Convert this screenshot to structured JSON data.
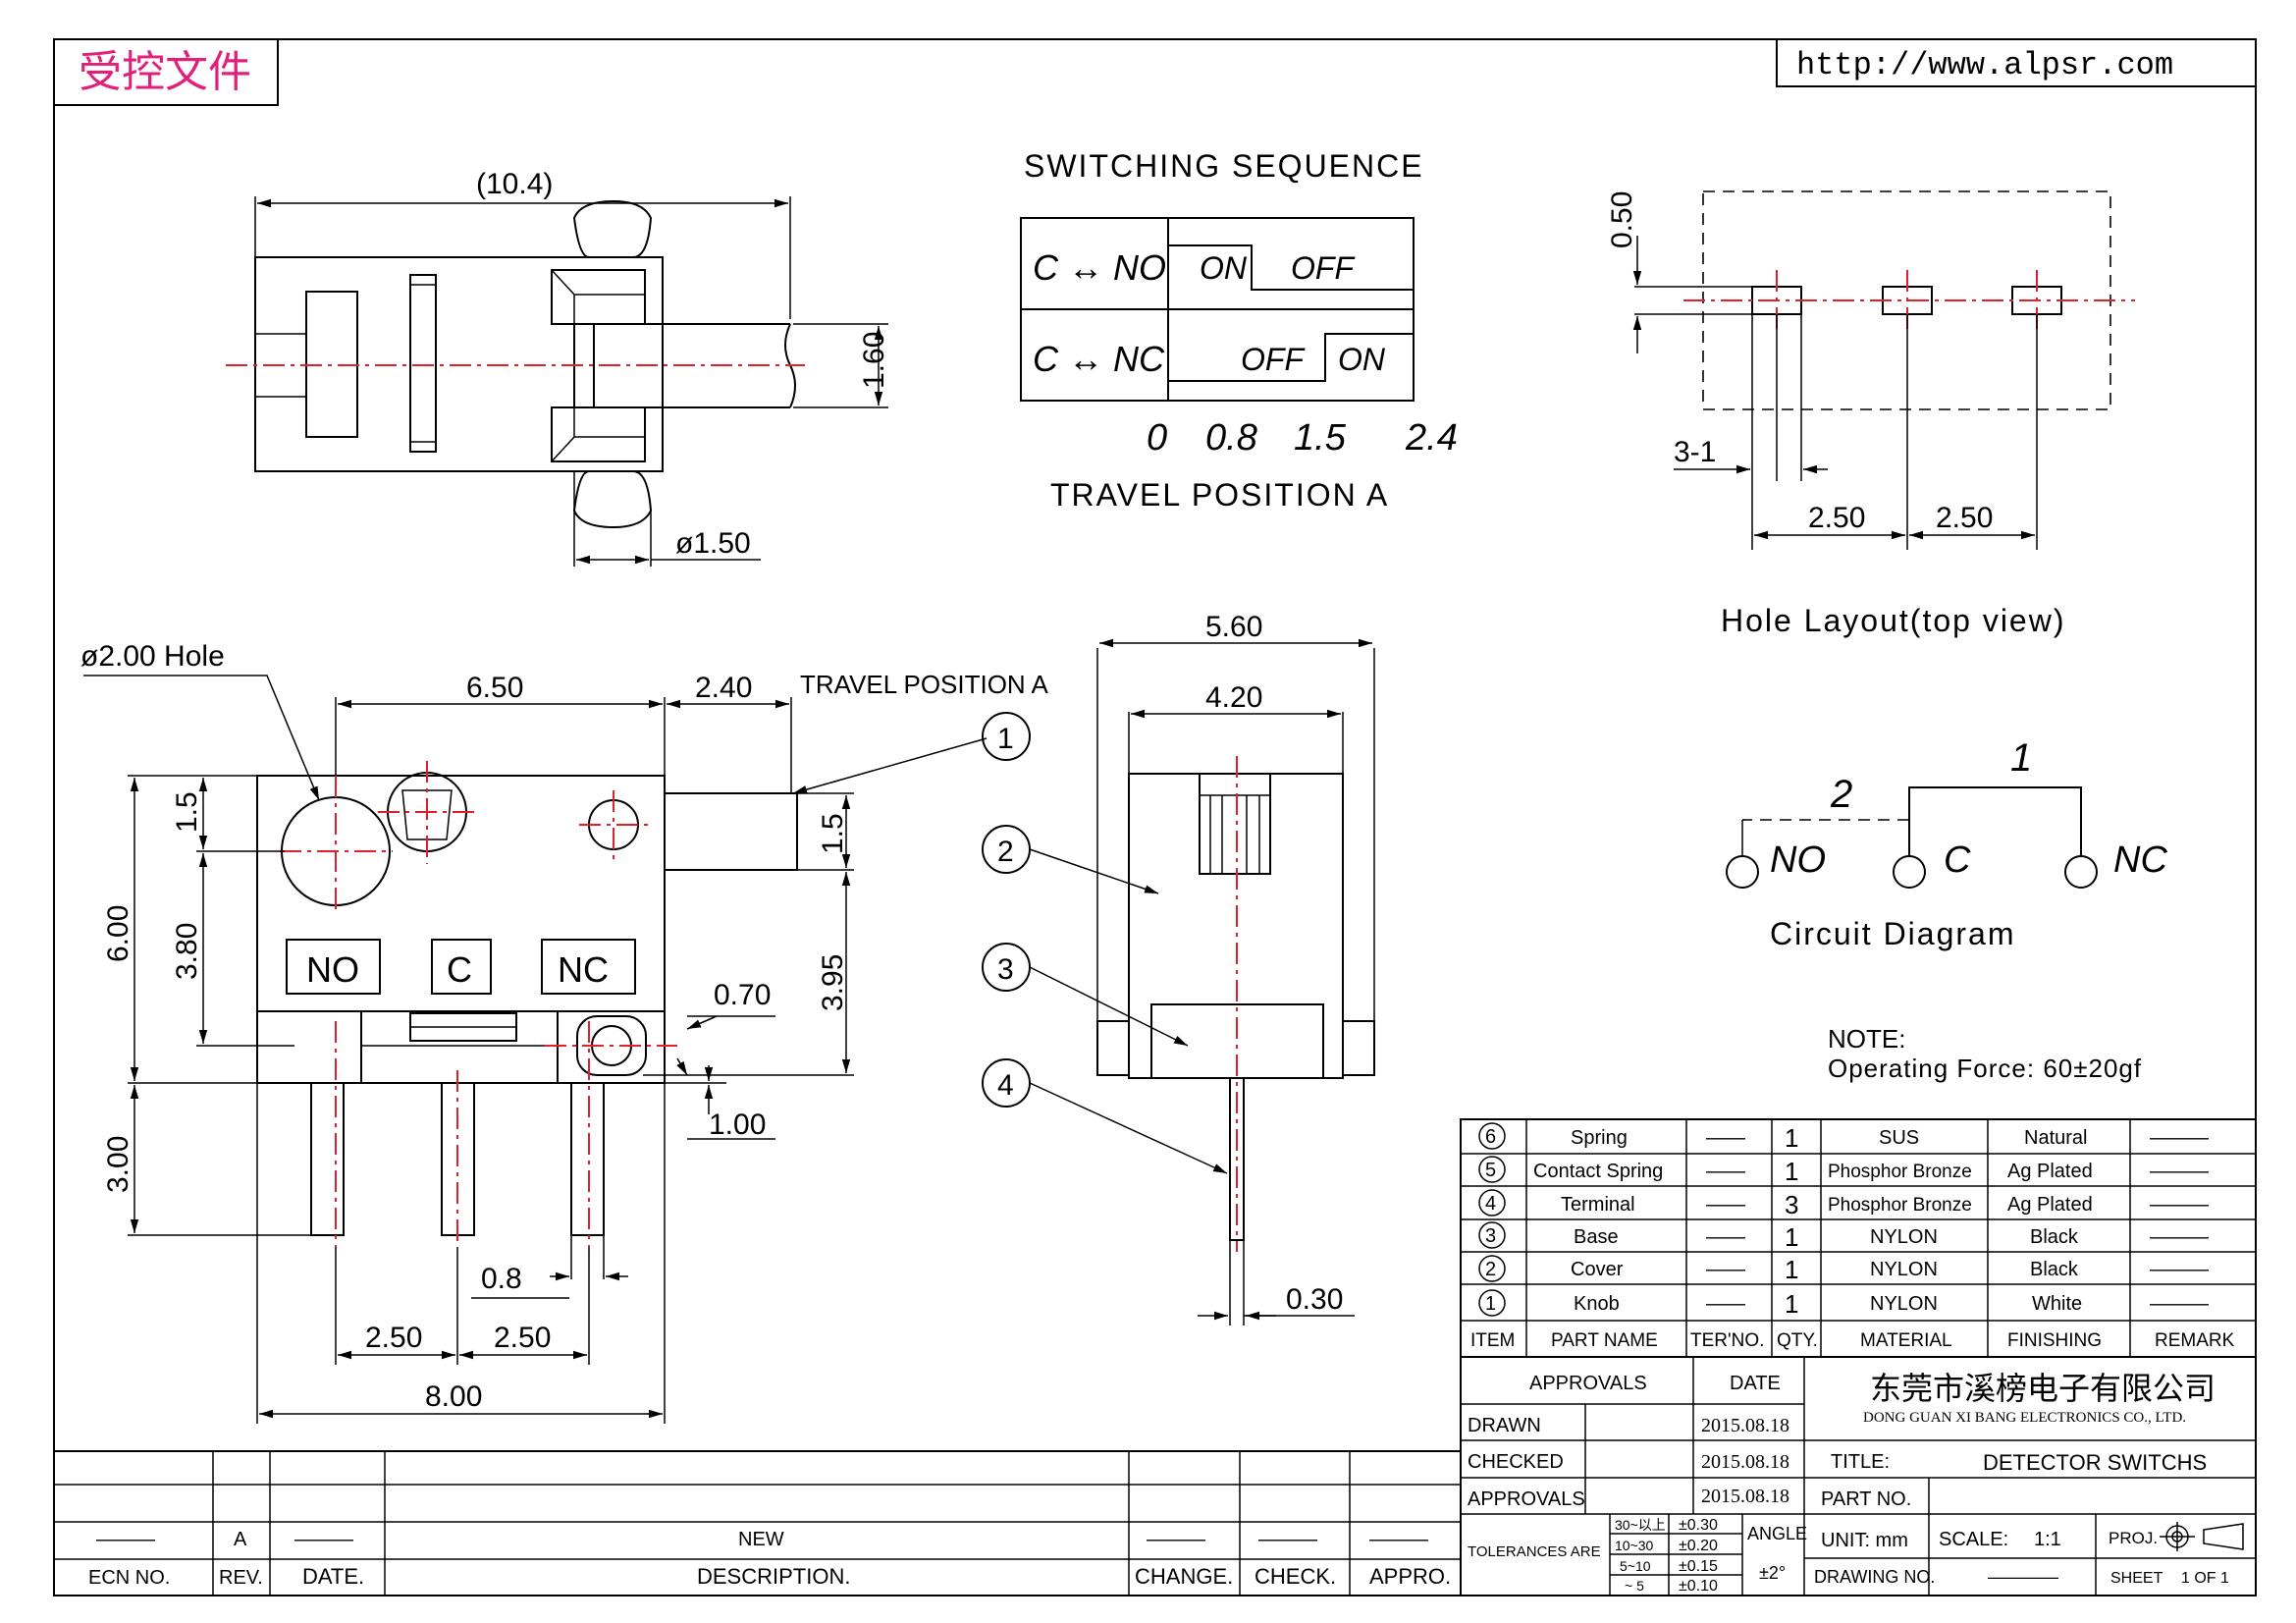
{
  "stamp": "受控文件",
  "url": "http://www.alpsr.com",
  "colors": {
    "line": "#000000",
    "centerline": "#e0202a",
    "stamp": "#e0207a"
  },
  "top_view": {
    "width": "(10.4)",
    "height": "1.60",
    "dia": "ø1.50"
  },
  "switching": {
    "title": "SWITCHING SEQUENCE",
    "row1": {
      "label": "C ↔ NO",
      "on": "ON",
      "off": "OFF"
    },
    "row2": {
      "label": "C ↔ NC",
      "off": "OFF",
      "on": "ON"
    },
    "positions": [
      "0",
      "0.8",
      "1.5",
      "2.4"
    ],
    "caption": "TRAVEL POSITION A"
  },
  "hole_layout": {
    "d1": "0.50",
    "d2": "3-1",
    "d3": "2.50",
    "d4": "2.50",
    "caption": "Hole Layout(top view)"
  },
  "front_view": {
    "hole_label": "ø2.00 Hole",
    "d_650": "6.50",
    "d_240": "2.40",
    "travel": "TRAVEL POSITION A",
    "d_15a": "1.5",
    "d_15b": "1.5",
    "d_600": "6.00",
    "d_380": "3.80",
    "d_395": "3.95",
    "d_070": "0.70",
    "d_100": "1.00",
    "d_300": "3.00",
    "d_08": "0.8",
    "d_250a": "2.50",
    "d_250b": "2.50",
    "d_800": "8.00",
    "lbl_no": "NO",
    "lbl_c": "C",
    "lbl_nc": "NC"
  },
  "side_view": {
    "d_560": "5.60",
    "d_420": "4.20",
    "d_030": "0.30",
    "balloons": [
      "1",
      "2",
      "3",
      "4"
    ]
  },
  "circuit": {
    "n1": "1",
    "n2": "2",
    "no": "NO",
    "c": "C",
    "nc": "NC",
    "caption": "Circuit Diagram"
  },
  "note": {
    "title": "NOTE:",
    "text": "Operating Force: 60±20gf"
  },
  "bom": {
    "rows": [
      {
        "item": "6",
        "name": "Spring",
        "ter": "——",
        "qty": "1",
        "material": "SUS",
        "finish": "Natural",
        "remark": "———"
      },
      {
        "item": "5",
        "name": "Contact Spring",
        "ter": "——",
        "qty": "1",
        "material": "Phosphor Bronze",
        "finish": "Ag Plated",
        "remark": "———"
      },
      {
        "item": "4",
        "name": "Terminal",
        "ter": "——",
        "qty": "3",
        "material": "Phosphor Bronze",
        "finish": "Ag Plated",
        "remark": "———"
      },
      {
        "item": "3",
        "name": "Base",
        "ter": "——",
        "qty": "1",
        "material": "NYLON",
        "finish": "Black",
        "remark": "———"
      },
      {
        "item": "2",
        "name": "Cover",
        "ter": "——",
        "qty": "1",
        "material": "NYLON",
        "finish": "Black",
        "remark": "———"
      },
      {
        "item": "1",
        "name": "Knob",
        "ter": "——",
        "qty": "1",
        "material": "NYLON",
        "finish": "White",
        "remark": "———"
      }
    ],
    "header": {
      "item": "ITEM",
      "name": "PART NAME",
      "ter": "TER'NO.",
      "qty": "QTY.",
      "material": "MATERIAL",
      "finish": "FINISHING",
      "remark": "REMARK"
    }
  },
  "title_block": {
    "approvals": "APPROVALS",
    "date": "DATE",
    "company_cn": "东莞市溪榜电子有限公司",
    "company_en": "DONG GUAN XI BANG ELECTRONICS CO., LTD.",
    "drawn": "DRAWN",
    "drawn_date": "2015.08.18",
    "checked": "CHECKED",
    "checked_date": "2015.08.18",
    "approvals2": "APPROVALS",
    "approvals_date": "2015.08.18",
    "title_lbl": "TITLE:",
    "title_val": "DETECTOR SWITCHS",
    "part_no": "PART NO.",
    "tol_label": "TOLERANCES ARE",
    "tol_ranges": [
      "30~以上",
      "10~30",
      "5~10",
      "~ 5"
    ],
    "tol_vals": [
      "±0.30",
      "±0.20",
      "±0.15",
      "±0.10"
    ],
    "angle": "ANGLE",
    "angle_val": "±2°",
    "unit": "UNIT: mm",
    "scale": "SCALE:",
    "scale_val": "1:1",
    "proj": "PROJ.",
    "drawing_no": "DRAWING NO.",
    "drawing_no_val": "————",
    "sheet": "SHEET",
    "sheet_val": "1 OF 1"
  },
  "revision": {
    "ecn": "———",
    "rev": "A",
    "date": "———",
    "desc": "NEW",
    "change": "———",
    "check": "———",
    "appro": "———",
    "h_ecn": "ECN NO.",
    "h_rev": "REV.",
    "h_date": "DATE.",
    "h_desc": "DESCRIPTION.",
    "h_change": "CHANGE.",
    "h_check": "CHECK.",
    "h_appro": "APPRO."
  }
}
